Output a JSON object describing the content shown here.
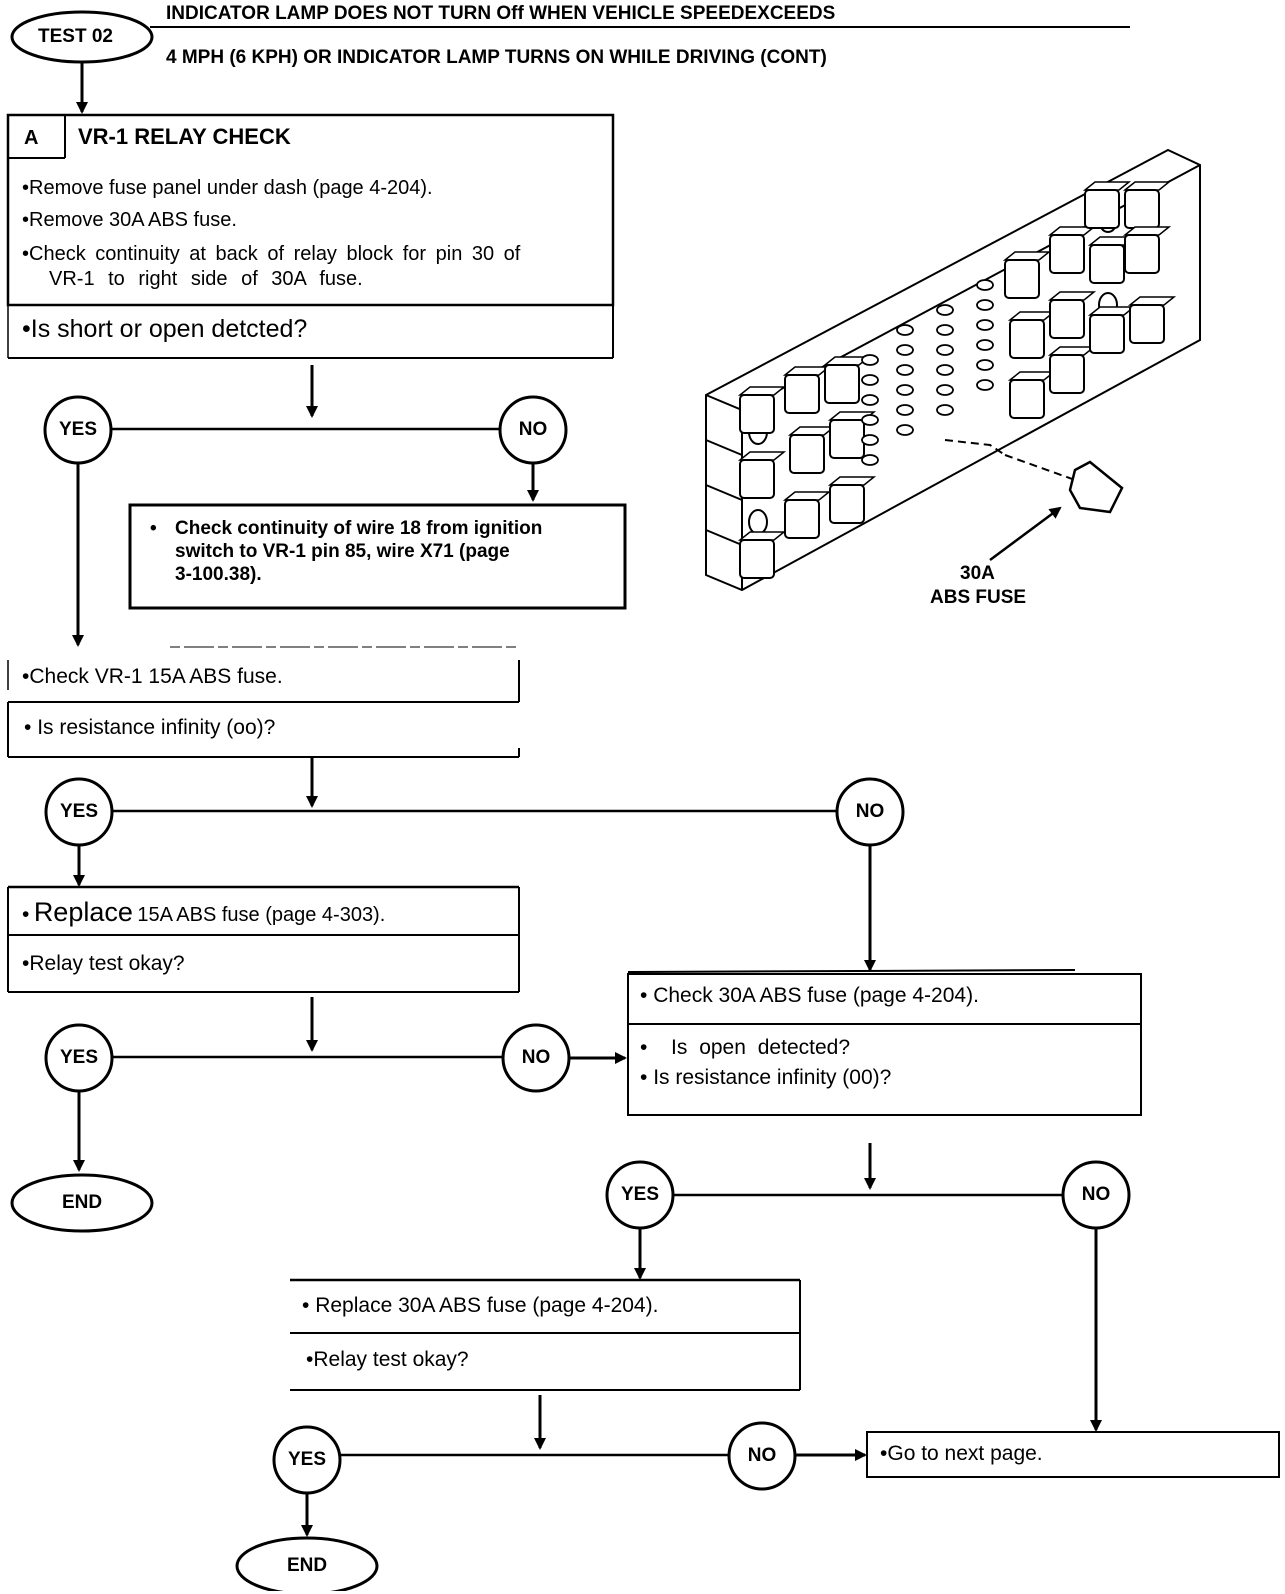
{
  "header": {
    "test_label": "TEST 02",
    "title_line1": "INDICATOR LAMP DOES NOT TURN Off WHEN VEHICLE SPEEDEXCEEDS",
    "title_line2": "4 MPH (6 KPH) OR INDICATOR LAMP TURNS ON WHILE DRIVING (CONT)"
  },
  "step_a": {
    "letter": "A",
    "title": "VR-1 RELAY CHECK",
    "bullets": [
      "Remove fuse panel under dash (page 4-204).",
      "Remove 30A ABS fuse.",
      "Check continuity at back of relay block for pin 30 of",
      "VR-1 to right side of 30A fuse."
    ],
    "question": "Is short or open detcted?"
  },
  "no_branch_1": {
    "note_lines": [
      "Check continuity of wire 18 from ignition",
      "switch to VR-1 pin 85, wire X71 (page",
      "3-100.38)."
    ]
  },
  "box_15a_check": {
    "action": "Check VR-1 15A ABS fuse.",
    "question": "Is resistance infinity (oo)?"
  },
  "box_replace_15a": {
    "action_big": "Replace",
    "action_rest": "15A ABS fuse (page 4-303).",
    "question": "Relay test okay?"
  },
  "box_30a_check": {
    "action": "Check 30A ABS fuse (page 4-204).",
    "question_1": "Is open detected?",
    "question_2": "Is resistance infinity (00)?"
  },
  "box_replace_30a": {
    "action": "Replace 30A ABS fuse (page 4-204).",
    "question": "Relay test okay?"
  },
  "box_next": {
    "action": "Go to next page."
  },
  "connectors": {
    "yes": "YES",
    "no": "NO",
    "end": "END"
  },
  "illustration": {
    "label_line1": "30A",
    "label_line2": "ABS FUSE"
  },
  "bullet_glyph": "•"
}
